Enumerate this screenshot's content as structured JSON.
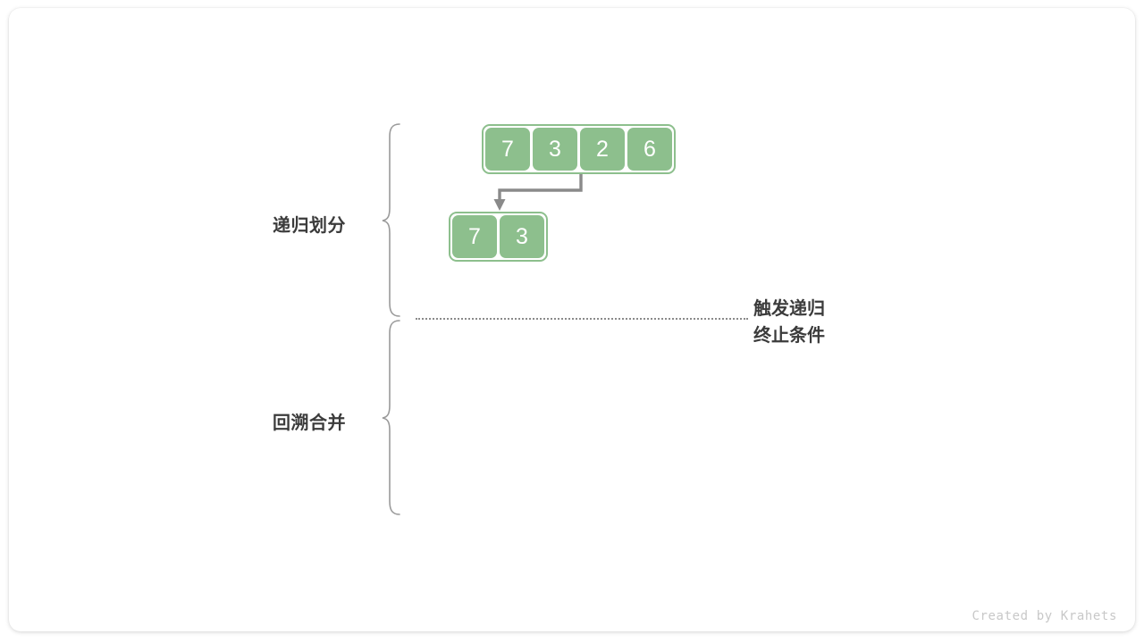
{
  "canvas": {
    "background": "#ffffff",
    "card_background": "#ffffff"
  },
  "colors": {
    "accent_green": "#8dbf8d",
    "text_dark": "#3b3b3b",
    "arrow_gray": "#8a8a8a",
    "brace_gray": "#9a9a9a",
    "credit_gray": "#c8c8c8",
    "cell_text": "#ffffff"
  },
  "sections": [
    {
      "label": "递归划分"
    },
    {
      "label": "回溯合并"
    }
  ],
  "annotation": {
    "line1": "触发递归",
    "line2": "终止条件"
  },
  "arrays": [
    {
      "name": "root-array",
      "values": [
        "7",
        "3",
        "2",
        "6"
      ]
    },
    {
      "name": "left-subarray",
      "values": [
        "7",
        "3"
      ]
    }
  ],
  "arrow": {
    "semantic": "divide-arrow",
    "from": "root-array",
    "to": "left-subarray"
  },
  "divider": {
    "style": "dotted"
  },
  "credit": "Created by Krahets"
}
